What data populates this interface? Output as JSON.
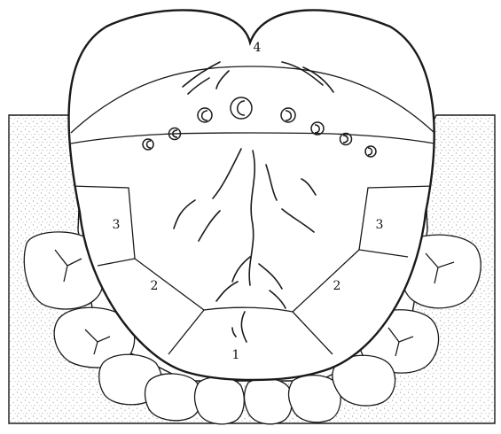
{
  "diagram": {
    "zone_labels": {
      "back": "4",
      "left_side_upper": "3",
      "right_side_upper": "3",
      "left_side_lower": "2",
      "right_side_lower": "2",
      "tip": "1"
    },
    "colors": {
      "line": "#1a1a1a",
      "tongue_fill": "#ffffff",
      "mouth_fill": "#ffffff",
      "stipple": "#6b6b6b"
    }
  }
}
